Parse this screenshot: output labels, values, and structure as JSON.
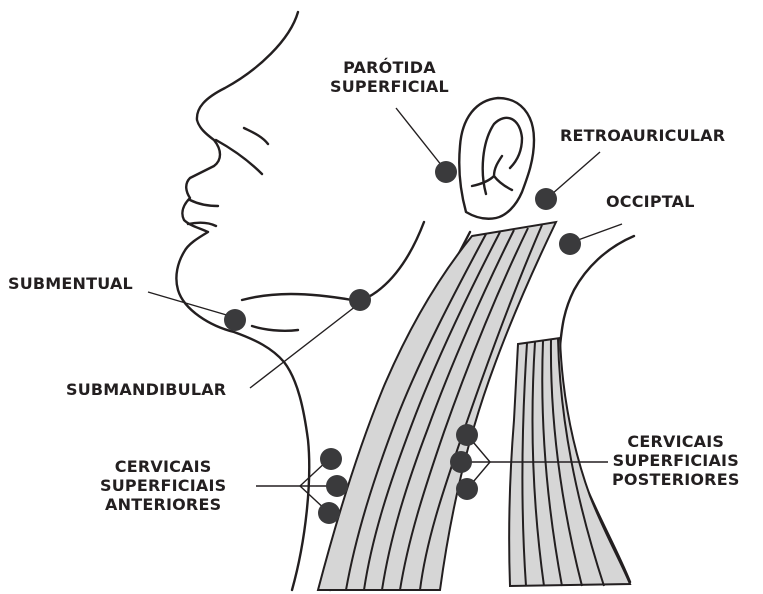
{
  "colors": {
    "ink": "#231f20",
    "node": "#3a3a3c",
    "muscle_fill": "#d6d6d6"
  },
  "labels": {
    "parotida": [
      "PARÓTIDA",
      "SUPERFICIAL"
    ],
    "retroauricular": "RETROAURICULAR",
    "occipital": "OCCIPTAL",
    "submentual": "SUBMENTUAL",
    "submandibular": "SUBMANDIBULAR",
    "cervicais_anteriores": [
      "CERVICAIS",
      "SUPERFICIAIS",
      "ANTERIORES"
    ],
    "cervicais_posteriores": [
      "CERVICAIS",
      "SUPERFICIAIS",
      "POSTERIORES"
    ]
  }
}
